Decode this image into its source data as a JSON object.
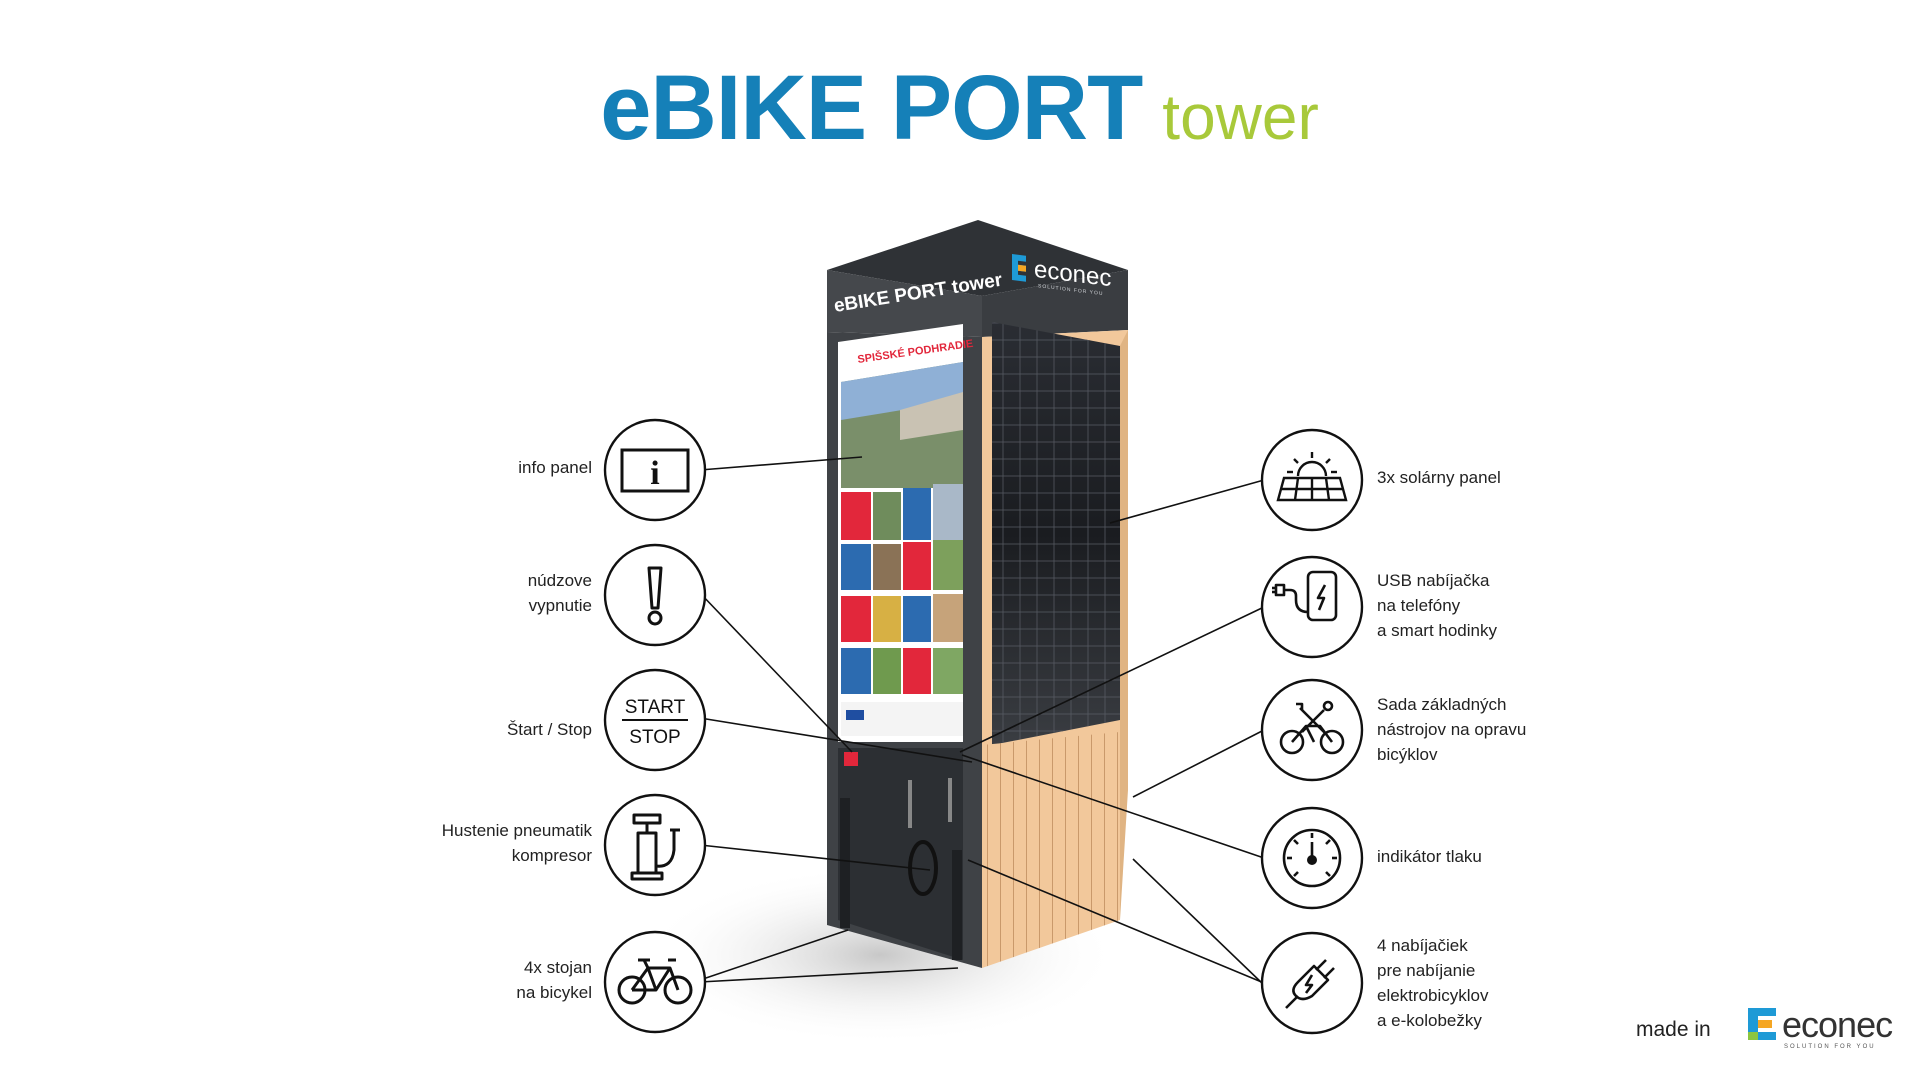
{
  "title": {
    "main": "eBIKE PORT",
    "sub": "tower"
  },
  "tower": {
    "header_text": "eBIKE PORT tower",
    "brand_text": "econec",
    "brand_tagline": "SOLUTION FOR YOU",
    "panel_title": "SPIŠSKÉ PODHRADIE"
  },
  "features_left": [
    {
      "icon": "info-icon",
      "lines": [
        "info panel"
      ]
    },
    {
      "icon": "exclamation-icon",
      "lines": [
        "núdzove",
        "vypnutie"
      ]
    },
    {
      "icon": "start-stop-icon",
      "lines": [
        "Štart / Stop"
      ],
      "icon_text_top": "START",
      "icon_text_bottom": "STOP"
    },
    {
      "icon": "pump-icon",
      "lines": [
        "Hustenie pneumatik",
        "kompresor"
      ]
    },
    {
      "icon": "bicycle-icon",
      "lines": [
        "4x stojan",
        "na bicykel"
      ]
    }
  ],
  "features_right": [
    {
      "icon": "solar-panel-icon",
      "lines": [
        "3x solárny panel"
      ]
    },
    {
      "icon": "usb-phone-icon",
      "lines": [
        "USB nabíjačka",
        "na telefóny",
        "a smart hodinky"
      ]
    },
    {
      "icon": "bike-tools-icon",
      "lines": [
        "Sada základných",
        "nástrojov na opravu",
        "bicýklov"
      ]
    },
    {
      "icon": "pressure-gauge-icon",
      "lines": [
        "indikátor tlaku"
      ]
    },
    {
      "icon": "plug-icon",
      "lines": [
        "4 nabíjačiek",
        "pre nabíjanie",
        "elektrobicyklov",
        "a e-kolobežky"
      ]
    }
  ],
  "footer": {
    "made_in": "made in",
    "brand": "econec",
    "tagline": "SOLUTION FOR YOU"
  },
  "colors": {
    "title_blue": "#1580b8",
    "title_green": "#a8c93a",
    "tower_dark": "#45484c",
    "wood": "#f2c89b"
  }
}
